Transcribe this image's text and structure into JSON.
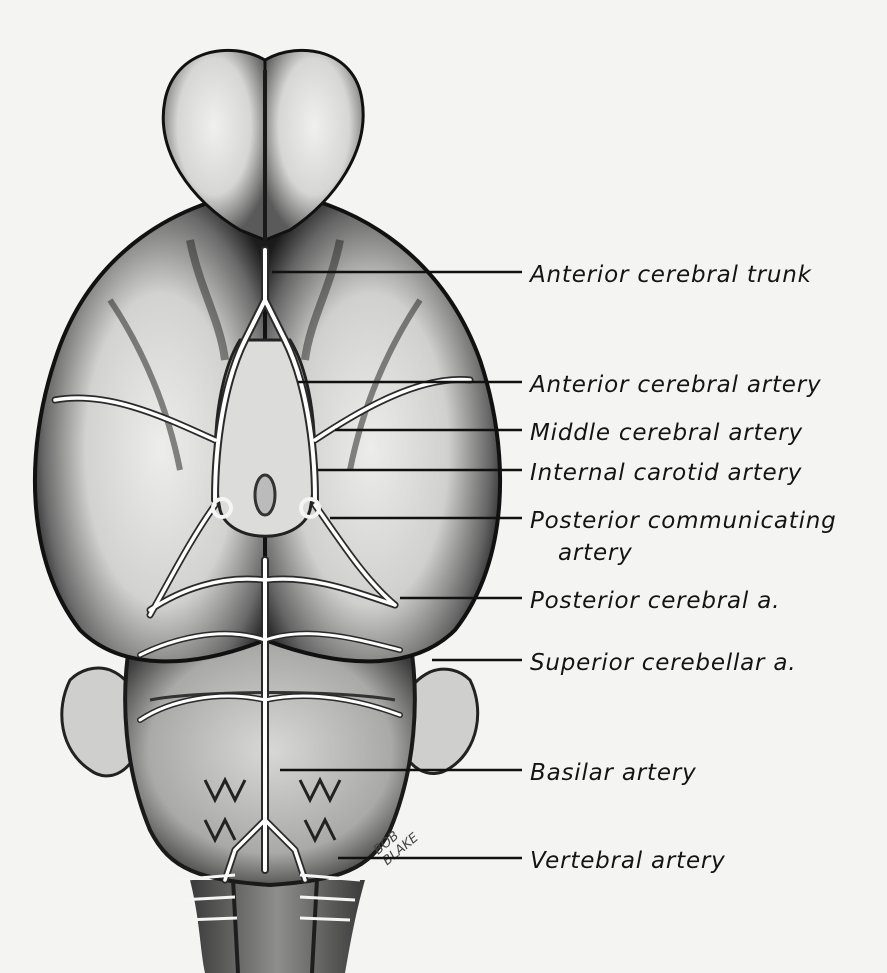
{
  "labels": [
    {
      "id": "anterior-cerebral-trunk",
      "text": "Anterior cerebral trunk"
    },
    {
      "id": "anterior-cerebral-artery",
      "text": "Anterior cerebral artery"
    },
    {
      "id": "middle-cerebral-artery",
      "text": "Middle cerebral artery"
    },
    {
      "id": "internal-carotid-artery",
      "text": "Internal carotid artery"
    },
    {
      "id": "posterior-communicating-artery",
      "text": "Posterior communicating"
    },
    {
      "id": "posterior-communicating-artery-2",
      "text": "artery"
    },
    {
      "id": "posterior-cerebral-a",
      "text": "Posterior cerebral a."
    },
    {
      "id": "superior-cerebellar-a",
      "text": "Superior cerebellar a."
    },
    {
      "id": "basilar-artery",
      "text": "Basilar artery"
    },
    {
      "id": "vertebral-artery",
      "text": "Vertebral artery"
    }
  ],
  "signature": {
    "line1": "BOB",
    "line2": "BLAKE"
  }
}
